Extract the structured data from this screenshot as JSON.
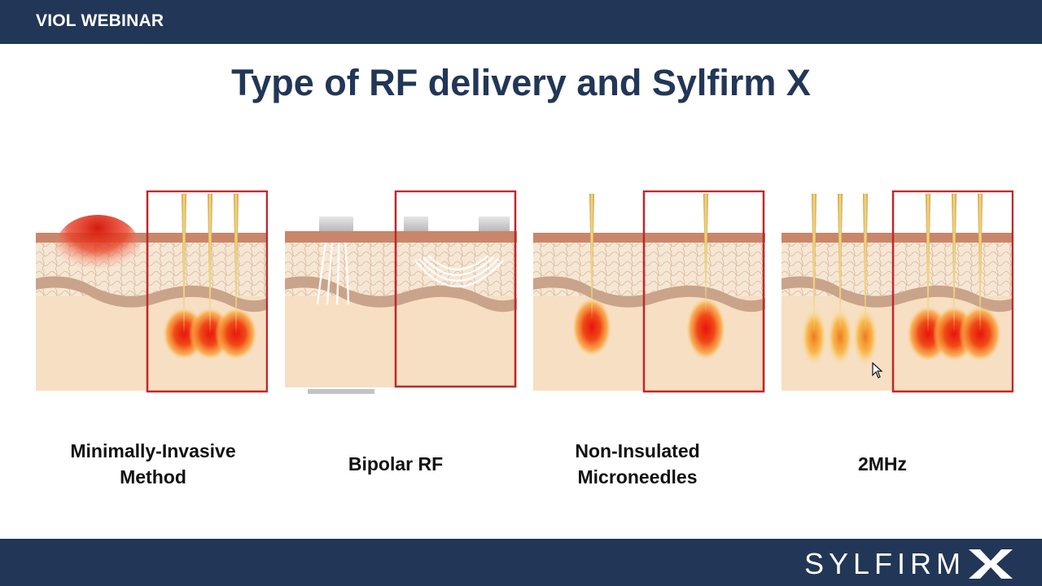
{
  "header": {
    "brand": "VIOL WEBINAR"
  },
  "slide": {
    "title": "Type of RF delivery and Sylfirm X",
    "panels": [
      {
        "caption_line1": "Minimally-Invasive",
        "caption_line2": "Method"
      },
      {
        "caption_line1": "Bipolar RF",
        "caption_line2": ""
      },
      {
        "caption_line1": "Non-Insulated",
        "caption_line2": "Microneedles"
      },
      {
        "caption_line1": "2MHz",
        "caption_line2": ""
      }
    ]
  },
  "footer": {
    "logo_text": "SYLFIRM"
  },
  "colors": {
    "bar": "#223657",
    "highlight_box": "#c0262c",
    "skin_surface": "#c9866a",
    "dermis": "#f3dfc6",
    "heat": "#e63a12"
  },
  "icons": {
    "cursor": "cursor-arrow-icon"
  }
}
